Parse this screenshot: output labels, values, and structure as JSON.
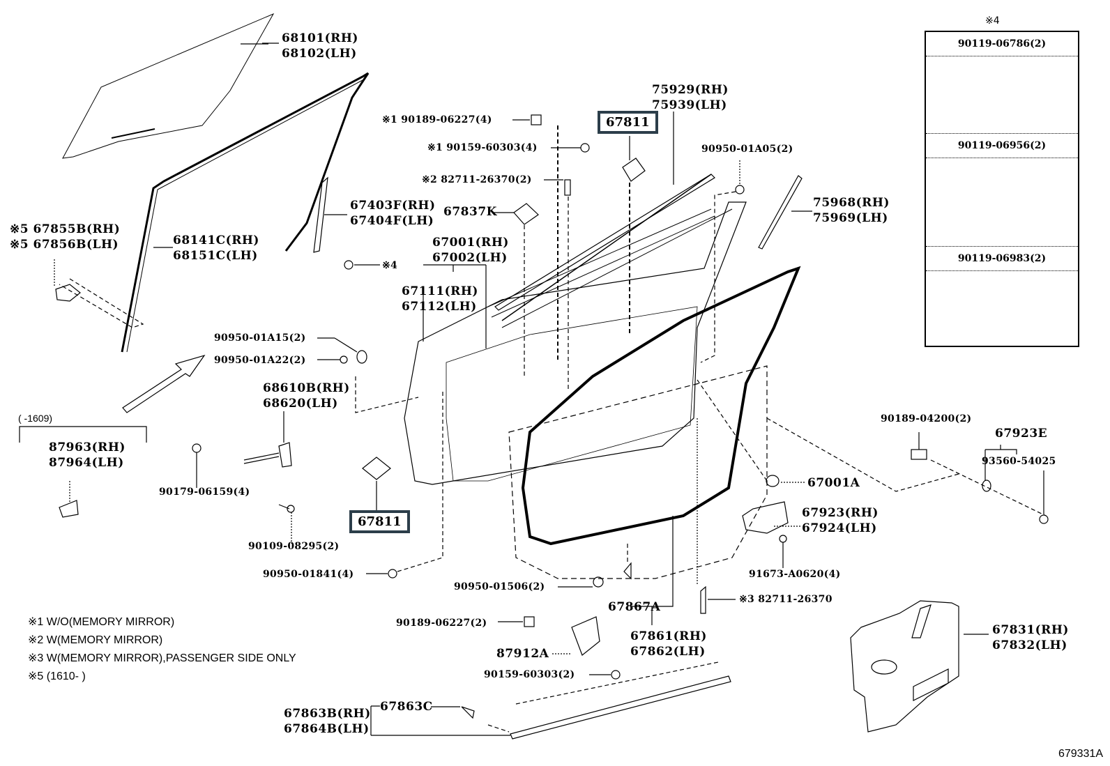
{
  "diagram": {
    "figure_id": "679331A",
    "callouts": [
      {
        "id": "glass",
        "lines": [
          "68101(RH)",
          "68102(LH)"
        ]
      },
      {
        "id": "run-channel",
        "lines": [
          "68141C(RH)",
          "68151C(LH)"
        ]
      },
      {
        "id": "clip-67855",
        "lines": [
          "※5 67855B(RH)",
          "※5 67856B(LH)"
        ]
      },
      {
        "id": "division-bar",
        "lines": [
          "67403F(RH)",
          "67404F(LH)"
        ]
      },
      {
        "id": "screw-x4",
        "lines": [
          "※4"
        ]
      },
      {
        "id": "clip-90189-4",
        "lines": [
          "※1 90189-06227(4)"
        ]
      },
      {
        "id": "screw-90159-4",
        "lines": [
          "※1 90159-60303(4)"
        ]
      },
      {
        "id": "bracket-82711-2",
        "lines": [
          "※2 82711-26370(2)"
        ]
      },
      {
        "id": "seal-67837k",
        "lines": [
          "67837K"
        ]
      },
      {
        "id": "door-panel",
        "lines": [
          "67001(RH)",
          "67002(LH)"
        ]
      },
      {
        "id": "door-shell",
        "lines": [
          "67111(RH)",
          "67112(LH)"
        ]
      },
      {
        "id": "belt-moulding",
        "lines": [
          "75929(RH)",
          "75939(LH)"
        ]
      },
      {
        "id": "plug-01a05",
        "lines": [
          "90950-01A05(2)"
        ]
      },
      {
        "id": "garnish",
        "lines": [
          "75968(RH)",
          "75969(LH)"
        ]
      },
      {
        "id": "plug-01a15",
        "lines": [
          "90950-01A15(2)"
        ]
      },
      {
        "id": "plug-01a22",
        "lines": [
          "90950-01A22(2)"
        ]
      },
      {
        "id": "check-assy",
        "lines": [
          "68610B(RH)",
          "68620(LH)"
        ]
      },
      {
        "id": "nut-06159",
        "lines": [
          "90179-06159(4)"
        ]
      },
      {
        "id": "bolt-08295",
        "lines": [
          "90109-08295(2)"
        ]
      },
      {
        "id": "sensor",
        "lines": [
          "87963(RH)",
          "87964(LH)"
        ]
      },
      {
        "id": "plug-01841",
        "lines": [
          "90950-01841(4)"
        ]
      },
      {
        "id": "plug-01506",
        "lines": [
          "90950-01506(2)"
        ]
      },
      {
        "id": "clip-67867a",
        "lines": [
          "67867A"
        ]
      },
      {
        "id": "weatherstrip",
        "lines": [
          "67861(RH)",
          "67862(LH)"
        ]
      },
      {
        "id": "clip-90189-2",
        "lines": [
          "90189-06227(2)"
        ]
      },
      {
        "id": "cover-87912a",
        "lines": [
          "87912A"
        ]
      },
      {
        "id": "screw-90159-2",
        "lines": [
          "90159-60303(2)"
        ]
      },
      {
        "id": "clip-67863c",
        "lines": [
          "67863C"
        ]
      },
      {
        "id": "sill-strip",
        "lines": [
          "67863B(RH)",
          "67864B(LH)"
        ]
      },
      {
        "id": "bracket-82711-3",
        "lines": [
          "※3 82711-26370"
        ]
      },
      {
        "id": "stopper-67001a",
        "lines": [
          "67001A"
        ]
      },
      {
        "id": "clip-04200",
        "lines": [
          "90189-04200(2)"
        ]
      },
      {
        "id": "clip-67923e",
        "lines": [
          "67923E"
        ]
      },
      {
        "id": "screw-93560",
        "lines": [
          "93560-54025"
        ]
      },
      {
        "id": "bracket-67923",
        "lines": [
          "67923(RH)",
          "67924(LH)"
        ]
      },
      {
        "id": "bolt-a0620",
        "lines": [
          "91673-A0620(4)"
        ]
      },
      {
        "id": "service-hole-cover",
        "lines": [
          "67831(RH)",
          "67832(LH)"
        ]
      }
    ],
    "boxed_labels": [
      "67811",
      "67811"
    ],
    "date_range_label": "(      -1609)",
    "inset": {
      "title": "※4",
      "items": [
        "90119-06786(2)",
        "90119-06956(2)",
        "90119-06983(2)"
      ]
    },
    "notes": [
      "※1 W/O(MEMORY MIRROR)",
      "※2 W(MEMORY MIRROR)",
      "※3 W(MEMORY MIRROR),PASSENGER SIDE ONLY",
      "※5 (1610-      )"
    ]
  }
}
